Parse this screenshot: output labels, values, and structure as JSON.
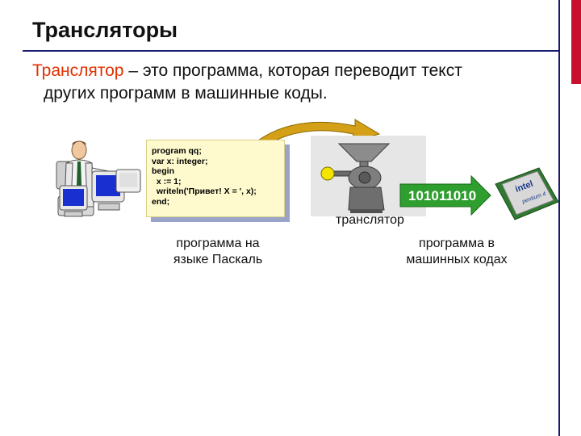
{
  "slide": {
    "title": "Трансляторы",
    "definition_term": "Транслятор",
    "definition_rest": " – это программа, которая переводит текст",
    "definition_line2": "других программ в машинные коды."
  },
  "code_sample": {
    "lines": [
      "program qq;",
      "var x: integer;",
      "begin",
      "  x := 1;",
      "  writeln('Привет! X = ', x);",
      "end;"
    ]
  },
  "diagram": {
    "translator_label": "транслятор",
    "binary_output": "101011010",
    "source_caption_line1": "программа на",
    "source_caption_line2": "языке Паскаль",
    "machine_caption_line1": "программа в",
    "machine_caption_line2": "машинных кодах",
    "chip_brand": "intel",
    "chip_model": "pentium 4"
  },
  "icons": {
    "person": "person-at-computers-icon",
    "translator": "funnel-machine-icon",
    "cpu": "cpu-chip-icon",
    "curved_arrow": "curved-arrow-icon",
    "output_arrow": "right-arrow-icon"
  },
  "colors": {
    "accent": "#c8102e",
    "term": "#e03000",
    "code_bg": "#fffacd",
    "arrow_green": "#2e9e2e",
    "arrow_gold": "#d4a017"
  }
}
